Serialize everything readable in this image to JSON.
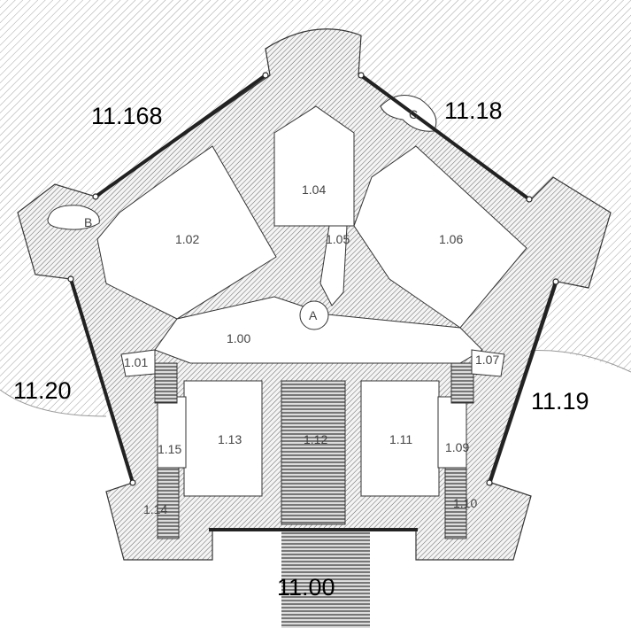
{
  "dimensions": {
    "top_left": "11.168",
    "top_right": "11.18",
    "left": "11.20",
    "right": "11.19",
    "bottom": "11.00"
  },
  "rooms": [
    "1.00",
    "1.01",
    "1.02",
    "1.04",
    "1.05",
    "1.06",
    "1.07",
    "1.09",
    "1.10",
    "1.11",
    "1.12",
    "1.13",
    "1.14",
    "1.15"
  ],
  "markers": {
    "a": "A",
    "b": "B",
    "c": "C"
  },
  "colors": {
    "wall_line": "#555555",
    "dimension_line": "#222222",
    "background": "#ffffff"
  }
}
